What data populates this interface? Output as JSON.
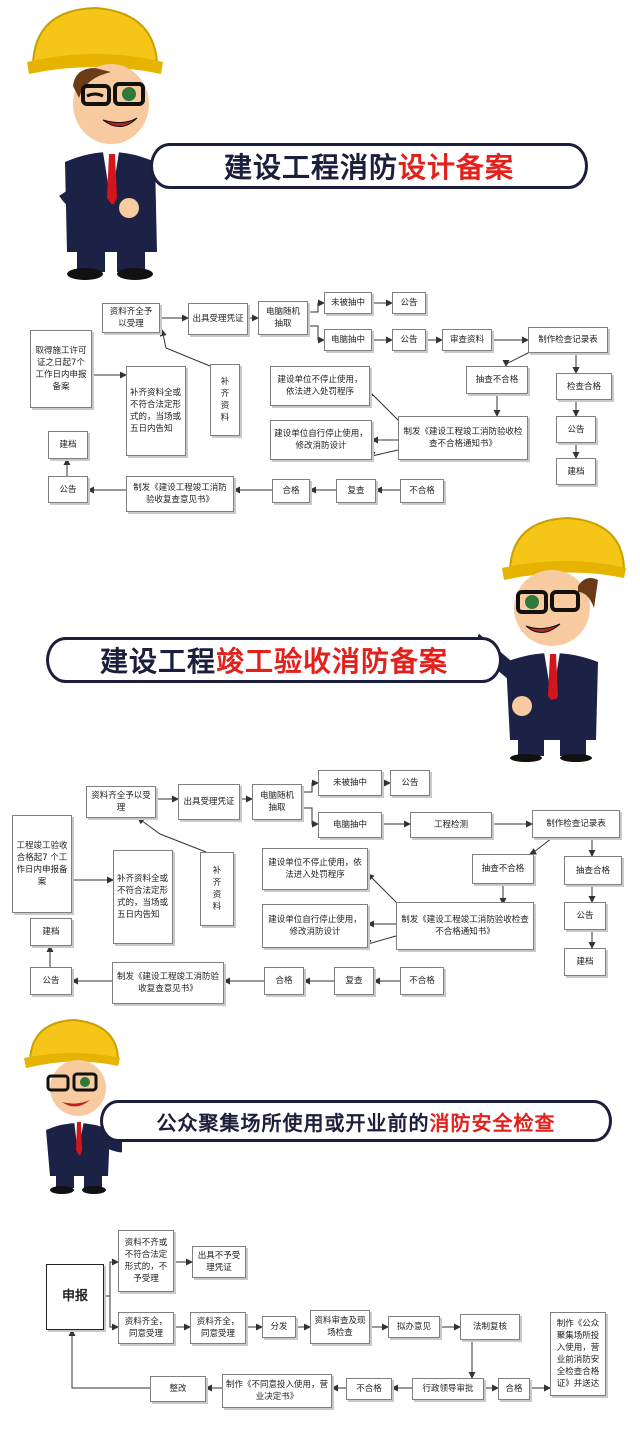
{
  "banners": [
    {
      "black": "建设工程消防",
      "red": "设计备案"
    },
    {
      "black": "建设工程",
      "red": "竣工验收消防备案"
    },
    {
      "black": "公众聚集场所使用或开业前的",
      "red": "消防安全检查"
    }
  ],
  "flow1": {
    "start": "取得施工许可证之日起7个工作日内申报备案",
    "complete": "资料齐全予以受理",
    "receipt": "出具受理凭证",
    "random": "电脑随机抽取",
    "not_selected": "未被抽中",
    "notice_a": "公告",
    "selected": "电脑抽中",
    "notice_b": "公告",
    "review": "审查资料",
    "record": "制作检查记录表",
    "spot_fail": "抽查不合格",
    "spot_pass": "检查合格",
    "notice_c": "公告",
    "archive_c": "建档",
    "insufficient": "补齐资料全或不符合法定形式的，当场或五日内告知",
    "supplement": "补齐资料",
    "continue_use": "建设单位不停止使用，依法进入处罚程序",
    "issue_notice": "制发《建设工程竣工消防验收检查不合格通知书》",
    "self_stop": "建设单位自行停止使用，修改消防设计",
    "fail": "不合格",
    "recheck": "复查",
    "pass": "合格",
    "opinion": "制发《建设工程竣工消防验收复查意见书》",
    "notice_d": "公告",
    "archive_d": "建档"
  },
  "flow2": {
    "start": "工程竣工验收合格起7 个工作日内申报备案",
    "complete": "资料齐全予以受理",
    "receipt": "出具受理凭证",
    "random": "电脑随机抽取",
    "not_selected": "未被抽中",
    "notice_a": "公告",
    "selected": "电脑抽中",
    "inspect": "工程检测",
    "record": "制作检查记录表",
    "spot_fail": "抽查不合格",
    "spot_pass": "抽查合格",
    "notice_c": "公告",
    "archive_c": "建档",
    "insufficient": "补齐资料全或不符合法定形式的，当场或五日内告知",
    "supplement": "补齐资料",
    "continue_use": "建设单位不停止使用，依法进入处罚程序",
    "issue_notice": "制发《建设工程竣工消防验收检查不合格通知书》",
    "self_stop": "建设单位自行停止使用，修改消防设计",
    "fail": "不合格",
    "recheck": "复查",
    "pass": "合格",
    "opinion": "制发《建设工程竣工消防验收复查意见书》",
    "notice_d": "公告",
    "archive_d": "建档"
  },
  "flow3": {
    "apply": "申报",
    "reject": "资料不齐或不符合法定形式的，不予受理",
    "no_receipt": "出具不予受理凭证",
    "accept1": "资料齐全，同意受理",
    "accept2": "资料齐全，同意受理",
    "assign": "分发",
    "review": "资料审查及现场检查",
    "propose": "拟办意见",
    "legal": "法制复核",
    "approve": "行政领导审批",
    "pass": "合格",
    "issue_ok": "制作《公众聚集场所投入使用，营业前消防安全检查合格证》并送达",
    "fail": "不合格",
    "issue_no": "制作《不同意投入使用，营业决定书》",
    "rectify": "整改"
  }
}
